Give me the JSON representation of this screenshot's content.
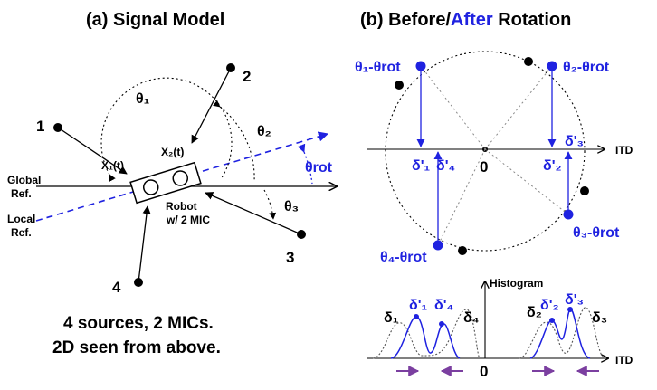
{
  "colors": {
    "blue": "#1f22e0",
    "black": "#000000",
    "purple": "#7b3fa0",
    "gray": "#9a9a9a"
  },
  "panel_a": {
    "title": "(a) Signal Model",
    "sources": [
      "1",
      "2",
      "3",
      "4"
    ],
    "angles": {
      "theta1": "θ₁",
      "theta2": "θ₂",
      "theta3": "θ₃",
      "theta_rot": "θrot"
    },
    "signals": {
      "x1": "X₁(t)",
      "x2": "X₂(t)"
    },
    "robot_label_1": "Robot",
    "robot_label_2": "w/ 2 MIC",
    "global_ref_1": "Global",
    "global_ref_2": "Ref.",
    "local_ref_1": "Local",
    "local_ref_2": "Ref.",
    "caption_1": "4 sources, 2 MICs.",
    "caption_2": "2D seen from above."
  },
  "panel_b": {
    "title_prefix": "(b) Before/",
    "title_after": "After",
    "title_suffix": " Rotation",
    "axis_label": "ITD",
    "origin": "0",
    "rotated_points": [
      "θ₁-θrot",
      "θ₂-θrot",
      "θ₃-θrot",
      "θ₄-θrot"
    ],
    "deltas_prime": [
      "δ'₁",
      "δ'₂",
      "δ'₃",
      "δ'₄"
    ],
    "histogram": {
      "ylabel": "Histogram",
      "xlabel": "ITD",
      "origin": "0",
      "deltas": [
        "δ₁",
        "δ₂",
        "δ₃",
        "δ₄"
      ],
      "deltas_prime": [
        "δ'₁",
        "δ'₂",
        "δ'₃",
        "δ'₄"
      ]
    }
  }
}
